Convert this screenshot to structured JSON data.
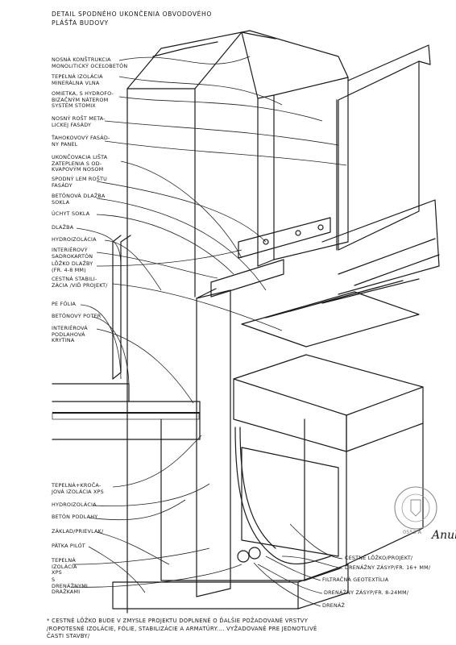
{
  "title": {
    "line1": "DETAIL SPODNÉHO UKONČENIA OBVODOVÉHO",
    "line2": "PLÁŠŤA BUDOVY"
  },
  "labels_left": [
    "NOSNÁ KONŠTRUKCIA\nMONOLITICKÝ OCEĽOBETÓN",
    "TEPELNÁ IZOLÁCIA\nMINERÁLNA VLNA",
    "OMIETKA, S HYDROFO-\nBIZAČNÝM NÁTEROM\nSYSTÉM STOMIX",
    "NOSNÝ ROŠT META-\nLICKEJ FASÁDY",
    "ŤAHOKOVOVÝ FASÁD-\nNY PANEL",
    "UKONČOVACIA LIŠTA\nZATEPLENIA S OD-\nKVAPOVÝM NOSOM",
    "SPODNÝ LEM ROŠTU\nFASÁDY",
    "BETÓNOVÁ DLAŽBA\nSOKLA",
    "ÚCHYT SOKLA",
    "DLAŽBA",
    "HYDROIZOLÁCIA",
    "INTERIÉROVÝ\nSADROKARTÓN",
    "LÔŽKO DLAŽBY\n(FR. 4-8 mm)",
    "CESTNÁ STABILI-\nZÁCIA /VIĎ PROJEKT/",
    "PE FÓLIA",
    "BETÓNOVÝ POTER",
    "INTERIÉROVÁ\nPODLAHOVÁ\nKRYTINA",
    "TEPELNÁ+KROČA-\nJOVÁ IZOLÁCIA XPS",
    "HYDROIZOLÁCIA",
    "BETÓN PODLAHY",
    "ZÁKLAD/PRIEVLAK/",
    "PÄTKA PILÓT",
    "TEPELNÁ\nIZOLÁCIA\nXPS",
    "S\nDRENÁŽNYMI\nDRÁŽKAMI"
  ],
  "labels_right": [
    "CESTNÉ LÔŽKO/PROJEKT/",
    "DRENÁŽNY ZÁSYP/FR. 16+ mm/",
    "FILTRAČNÁ GEOTEXTÍLIA",
    "DRENÁŽNY ZÁSYP/FR. 8-24mm/",
    "DRENÁŽ"
  ],
  "footnote": "* CESTNÉ LÔŽKO BUDE V ZMYSLE PROJEKTU DOPLNENÉ O ĎALŠIE POŽADOVANÉ VRSTVY\n/ROPOTESNÉ IZOLÁCIE, FÓLIE, STABILIZÁCIE A ARMATÚRY.... VYŽADOVANÉ PRE JEDNOTLIVÉ\nČASTI STAVBY/",
  "stamp_text": "0553 A",
  "signature": "Anul"
}
